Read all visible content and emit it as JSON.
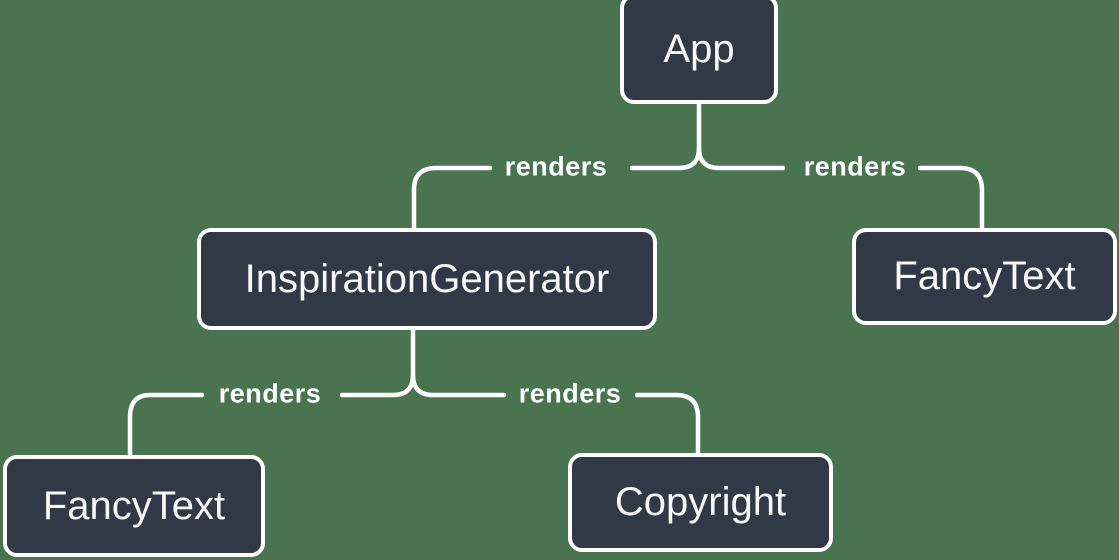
{
  "colors": {
    "background": "#4A7350",
    "node_fill": "#313947",
    "node_border": "#FFFFFF",
    "node_text": "#F6F7F9",
    "connector_line": "#FFFFFF",
    "edge_label_text": "#FFFFFF"
  },
  "diagram": {
    "type": "render-tree",
    "nodes": [
      {
        "id": "app",
        "label": "App"
      },
      {
        "id": "inspiration-generator",
        "label": "InspirationGenerator"
      },
      {
        "id": "fancy-text-right",
        "label": "FancyText"
      },
      {
        "id": "fancy-text-left",
        "label": "FancyText"
      },
      {
        "id": "copyright",
        "label": "Copyright"
      }
    ],
    "edges": [
      {
        "from": "App",
        "to": "InspirationGenerator",
        "label": "renders"
      },
      {
        "from": "App",
        "to": "FancyText",
        "label": "renders"
      },
      {
        "from": "InspirationGenerator",
        "to": "FancyText",
        "label": "renders"
      },
      {
        "from": "InspirationGenerator",
        "to": "Copyright",
        "label": "renders"
      }
    ]
  }
}
